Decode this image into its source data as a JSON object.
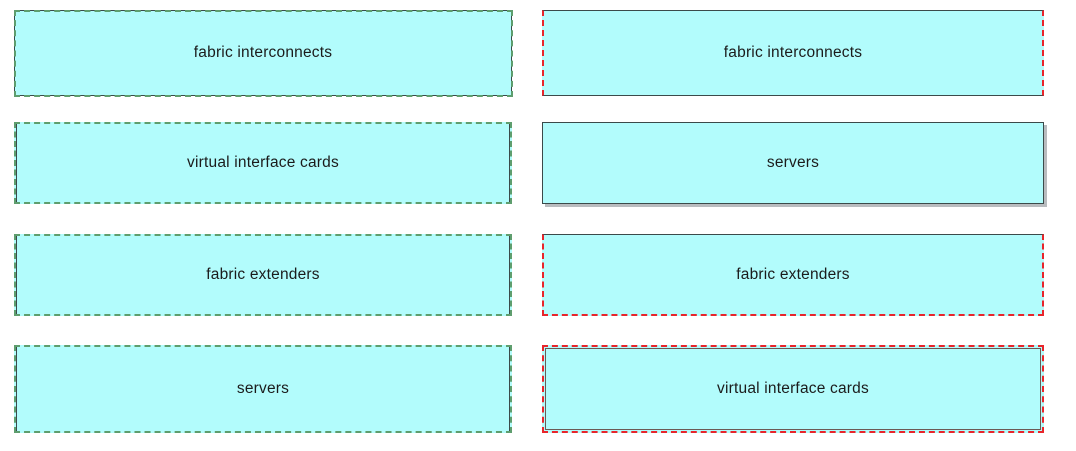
{
  "colors": {
    "box_fill": "#b2fcfc",
    "box_outline_dark": "#3b4a4a",
    "dash_green": "#5e9e6e",
    "dash_red": "#e8252b",
    "shadow_grey": "#b9bcbf",
    "label_text": "#1b1b1b",
    "page_background": "#ffffff"
  },
  "left_column": {
    "items": [
      {
        "label": "fabric interconnects",
        "border_style": "solid-with-green-dash"
      },
      {
        "label": "virtual interface cards",
        "border_style": "green-dashed"
      },
      {
        "label": "fabric extenders",
        "border_style": "green-dashed"
      },
      {
        "label": "servers",
        "border_style": "green-dashed"
      }
    ]
  },
  "right_column": {
    "items": [
      {
        "label": "fabric interconnects",
        "border_style": "red-dashed-sides"
      },
      {
        "label": "servers",
        "border_style": "solid-with-shadow"
      },
      {
        "label": "fabric extenders",
        "border_style": "red-dashed-sides-and-bottom"
      },
      {
        "label": "virtual interface cards",
        "border_style": "red-dashed-all"
      }
    ]
  }
}
